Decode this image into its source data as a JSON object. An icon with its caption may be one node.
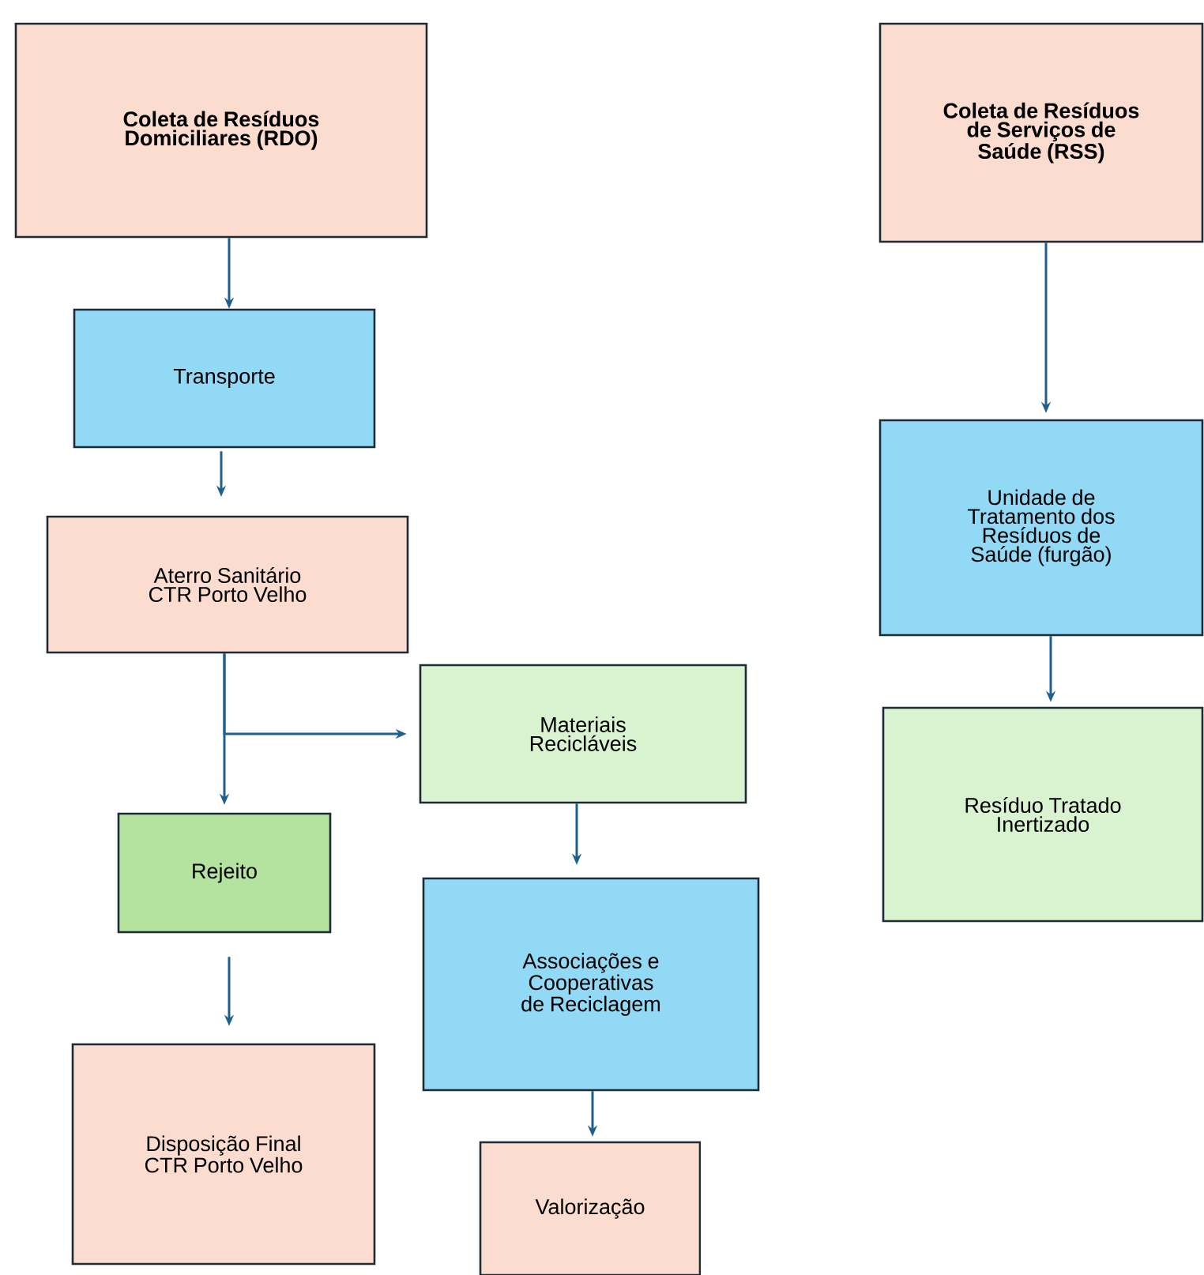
{
  "diagram": {
    "nodes": [
      {
        "text": [
          "Coleta de Resíduos Domiciliares (RDO)"
        ]
      },
      {
        "text": [
          "Transporte"
        ]
      },
      {
        "text": [
          "Aterro Sanitário CTR Porto Velho"
        ]
      },
      {
        "text": [
          "Materiais Recicláveis"
        ]
      },
      {
        "text": [
          "Rejeito"
        ]
      },
      {
        "text": [
          "Associações e Cooperativas de Reciclagem"
        ]
      },
      {
        "text": [
          "Disposição Final CTR Porto Velho"
        ]
      },
      {
        "text": [
          "Valorização"
        ]
      },
      {
        "text": [
          "Coleta de Resíduos de Serviços de Saúde (RSS)"
        ]
      },
      {
        "text": [
          "Unidade de Tratamento dos Resíduos de Saúde (furgão)"
        ]
      },
      {
        "text": [
          "Resíduo Tratado Inertizado"
        ]
      }
    ],
    "edges": [
      {
        "from": 0,
        "to": 1,
        "arrow": "to"
      },
      {
        "from": 1,
        "to": 2,
        "arrow": "to"
      },
      {
        "from": 2,
        "to": 3,
        "arrow": "to"
      },
      {
        "from": 2,
        "to": 4,
        "arrow": "to"
      },
      {
        "from": 4,
        "to": 6,
        "arrow": "to"
      },
      {
        "from": 3,
        "to": 5,
        "arrow": "to"
      },
      {
        "from": 5,
        "to": 7,
        "arrow": "to"
      },
      {
        "from": 8,
        "to": 9,
        "arrow": "to"
      },
      {
        "from": 9,
        "to": 10,
        "arrow": "to"
      }
    ]
  }
}
